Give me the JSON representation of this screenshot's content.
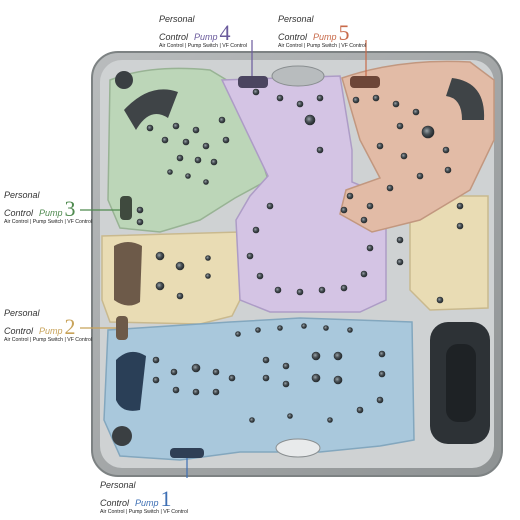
{
  "callouts": [
    {
      "id": "pump-1",
      "personal": "Personal",
      "control": "Control",
      "pump": "Pump",
      "number": "1",
      "sub": "Air Control | Pump Switch | VF Control",
      "color": "#3d6fb4"
    },
    {
      "id": "pump-2",
      "personal": "Personal",
      "control": "Control",
      "pump": "Pump",
      "number": "2",
      "sub": "Air Control | Pump Switch | VF Control",
      "color": "#c8a35a"
    },
    {
      "id": "pump-3",
      "personal": "Personal",
      "control": "Control",
      "pump": "Pump",
      "number": "3",
      "sub": "Air Control | Pump Switch | VF Control",
      "color": "#4f8a4f"
    },
    {
      "id": "pump-4",
      "personal": "Personal",
      "control": "Control",
      "pump": "Pump",
      "number": "4",
      "sub": "Air Control | Pump Switch | VF Control",
      "color": "#6a5a9c"
    },
    {
      "id": "pump-5",
      "personal": "Personal",
      "control": "Control",
      "pump": "Pump",
      "number": "5",
      "sub": "Air Control | Pump Switch | VF Control",
      "color": "#c86a4a"
    }
  ],
  "zones": {
    "pump1": "#a9c8dc",
    "pump2": "#e9dcb4",
    "pump3": "#bcd6b8",
    "pump4": "#d4c4e4",
    "pump5": "#e2bba6"
  }
}
